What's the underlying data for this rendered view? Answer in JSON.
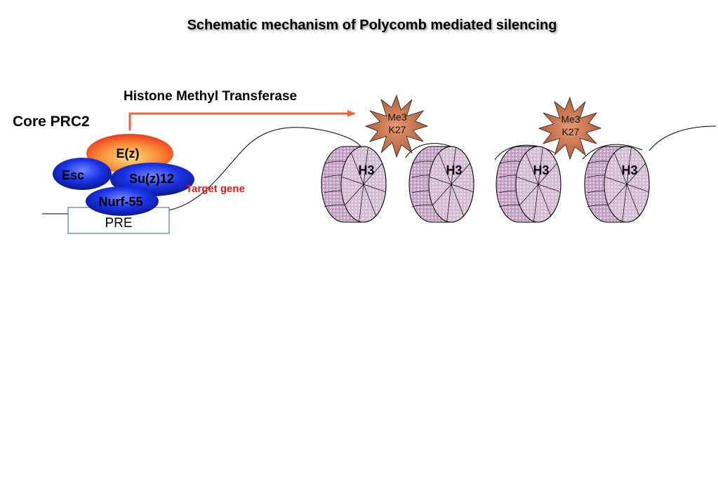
{
  "title": "Schematic mechanism of Polycomb mediated silencing",
  "enzyme_label": "Histone Methyl Transferase",
  "complex_label": "Core PRC2",
  "proteins": {
    "ez": "E(z)",
    "esc": "Esc",
    "suz12": "Su(z)12",
    "nurf55": "Nurf-55"
  },
  "pre_label": "PRE",
  "target_gene_label": "Target gene",
  "nucleosomes": [
    {
      "label": "H3"
    },
    {
      "label": "H3"
    },
    {
      "label": "H3"
    },
    {
      "label": "H3"
    }
  ],
  "marks": [
    {
      "line1": "Me3",
      "line2": "K27"
    },
    {
      "line1": "Me3",
      "line2": "K27"
    }
  ],
  "colors": {
    "arrow": "#f0663a",
    "target_gene": "#e8161b",
    "protein_blue": "#1a33e6",
    "protein_orange": "#f25c22",
    "cylinder_fill": "#c9a9c9",
    "star_fill": "#b8603a"
  }
}
